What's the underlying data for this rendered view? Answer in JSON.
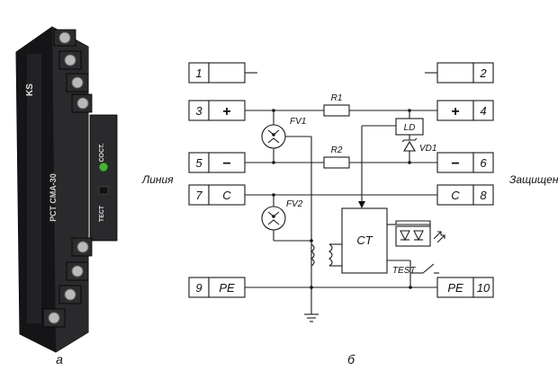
{
  "figure": {
    "left_caption": "а",
    "right_caption": "б"
  },
  "device": {
    "led_label": "СОСТ.",
    "test_label": "ТЕСТ",
    "model": "РСТ СМА-30",
    "brand_logo": "KS",
    "colors": {
      "body": "#1c1c1e",
      "led": "#4caf3a",
      "screw": "#b9b9b9"
    }
  },
  "diagram": {
    "left_side_label": "Линия",
    "right_side_label": "Защищено",
    "terminals_left": [
      {
        "num": "1",
        "sym": ""
      },
      {
        "num": "3",
        "sym": "+"
      },
      {
        "num": "5",
        "sym": "−"
      },
      {
        "num": "7",
        "sym": "C"
      },
      {
        "num": "9",
        "sym": "PE"
      }
    ],
    "terminals_right": [
      {
        "num": "2",
        "sym": ""
      },
      {
        "num": "4",
        "sym": "+"
      },
      {
        "num": "6",
        "sym": "−"
      },
      {
        "num": "8",
        "sym": "C"
      },
      {
        "num": "10",
        "sym": "PE"
      }
    ],
    "components": {
      "r1": "R1",
      "r2": "R2",
      "fv1": "FV1",
      "fv2": "FV2",
      "ld": "LD",
      "vd1": "VD1",
      "ct": "CT",
      "test": "TEST"
    }
  }
}
